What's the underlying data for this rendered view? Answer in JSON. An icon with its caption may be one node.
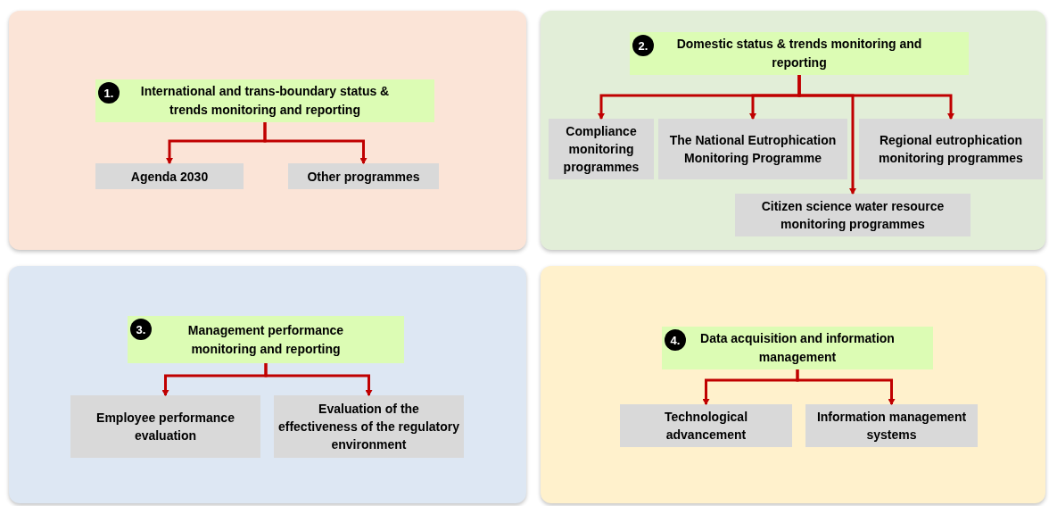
{
  "diagram": {
    "nodes": [
      {
        "text": [],
        "shape": "box"
      },
      {
        "text": [
          "International and trans-boundary status & trends monitoring and reporting"
        ],
        "in": 0
      },
      {
        "text": [
          "1."
        ],
        "in": 1
      },
      {
        "text": [
          "Agenda 2030"
        ],
        "in": 0
      },
      {
        "text": [
          "Other programmes"
        ],
        "in": 0
      },
      {
        "text": [],
        "shape": "box"
      },
      {
        "text": [
          "Domestic status & trends monitoring and reporting"
        ],
        "in": 5
      },
      {
        "text": [
          "2."
        ],
        "in": 6
      },
      {
        "text": [
          "Compliance monitoring programmes"
        ],
        "in": 5
      },
      {
        "text": [
          "The National Eutrophication Monitoring Programme"
        ],
        "in": 5
      },
      {
        "text": [
          "Regional eutrophication monitoring programmes"
        ],
        "in": 5
      },
      {
        "text": [
          "Citizen science water resource monitoring programmes"
        ],
        "in": 5
      },
      {
        "text": [],
        "shape": "box"
      },
      {
        "text": [
          "Management performance monitoring and reporting"
        ],
        "in": 12
      },
      {
        "text": [
          "3."
        ],
        "in": 13
      },
      {
        "text": [
          "Employee performance evaluation"
        ],
        "in": 12
      },
      {
        "text": [
          "Evaluation of the effectiveness of the regulatory environment"
        ],
        "in": 12
      },
      {
        "text": [],
        "shape": "box"
      },
      {
        "text": [
          "Data acquisition and information management"
        ],
        "in": 17
      },
      {
        "text": [
          "4."
        ],
        "in": 18
      },
      {
        "text": [
          "Technological advancement"
        ],
        "in": 17
      },
      {
        "text": [
          "Information management systems"
        ],
        "in": 17
      }
    ],
    "edges": [
      {
        "from": 1,
        "to": 3,
        "arrow": "to"
      },
      {
        "from": 1,
        "to": 4,
        "arrow": "to"
      },
      {
        "from": 6,
        "to": 8,
        "arrow": "to"
      },
      {
        "from": 6,
        "to": 9,
        "arrow": "to"
      },
      {
        "from": 6,
        "to": 11,
        "arrow": "to"
      },
      {
        "from": 6,
        "to": 10,
        "arrow": "to"
      },
      {
        "from": 13,
        "to": 15,
        "arrow": "to"
      },
      {
        "from": 13,
        "to": 16,
        "arrow": "to"
      },
      {
        "from": 18,
        "to": 20,
        "arrow": "to"
      },
      {
        "from": 18,
        "to": 21,
        "arrow": "to"
      }
    ]
  }
}
